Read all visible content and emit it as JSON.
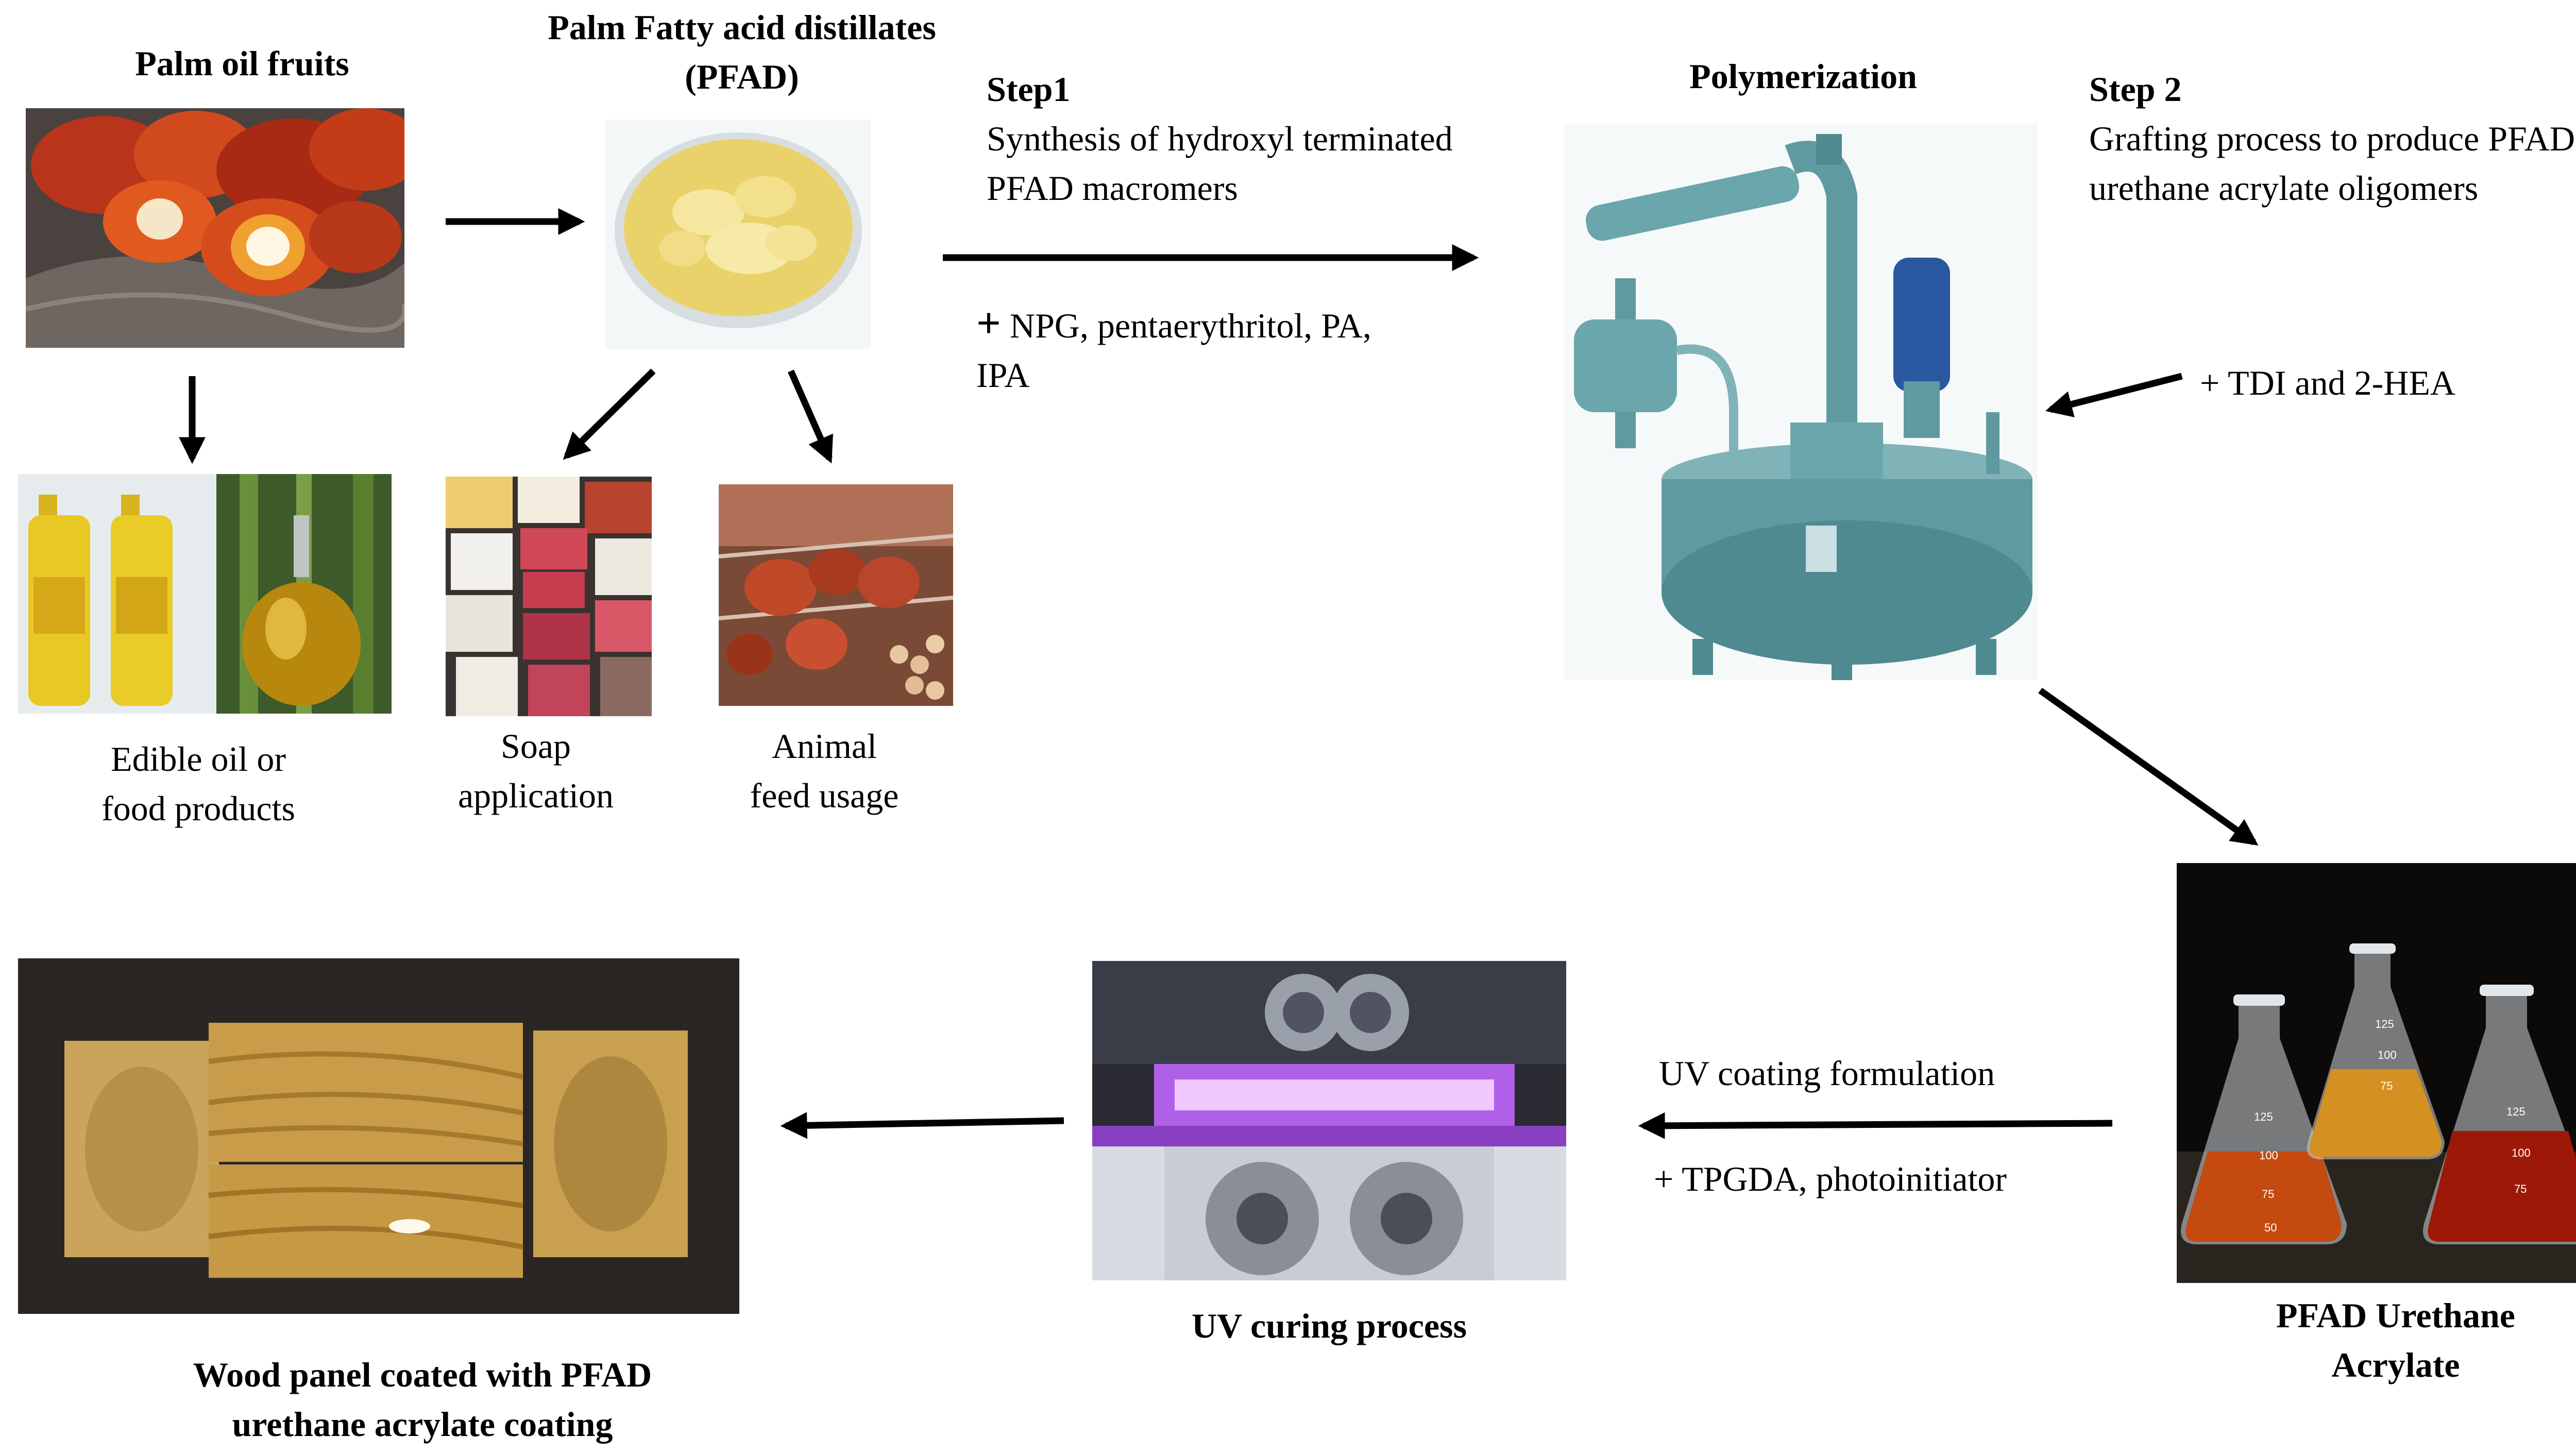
{
  "labels": {
    "palm_oil_fruits": "Palm oil fruits",
    "pfad_line1": "Palm Fatty acid distillates",
    "pfad_line2": "(PFAD)",
    "edible_line1": "Edible oil or",
    "edible_line2": "food products",
    "soap_line1": "Soap",
    "soap_line2": "application",
    "animal_line1": "Animal",
    "animal_line2": "feed usage",
    "step1_title": "Step1",
    "step1_line1": "Synthesis of hydroxyl terminated",
    "step1_line2": "PFAD macromers",
    "step1_reagents_plus": "+",
    "step1_reagents_line1": " NPG, pentaerythritol, PA,",
    "step1_reagents_line2": "IPA",
    "polymerization": "Polymerization",
    "step2_title": "Step 2",
    "step2_line1": "Grafting process to produce PFAD",
    "step2_line2": "urethane acrylate oligomers",
    "step2_reagents": "+ TDI and 2-HEA",
    "pfad_ua_line1": "PFAD Urethane",
    "pfad_ua_line2": "Acrylate",
    "uv_formulation": "UV coating formulation",
    "uv_reagents": "+ TPGDA, photoinitiator",
    "uv_curing": "UV curing process",
    "wood_line1": "Wood panel coated with PFAD",
    "wood_line2": "urethane acrylate coating"
  },
  "flask_marks": [
    "125",
    "100",
    "75",
    "50"
  ],
  "colors": {
    "arrow": "#000000",
    "uv_glow": "#c040ff",
    "reactor": "#5f9aa0",
    "wood": "#c8a050",
    "pfad_paste": "#ecd46a",
    "palm_fruit": "#c8441c",
    "resin": "#c04010"
  }
}
